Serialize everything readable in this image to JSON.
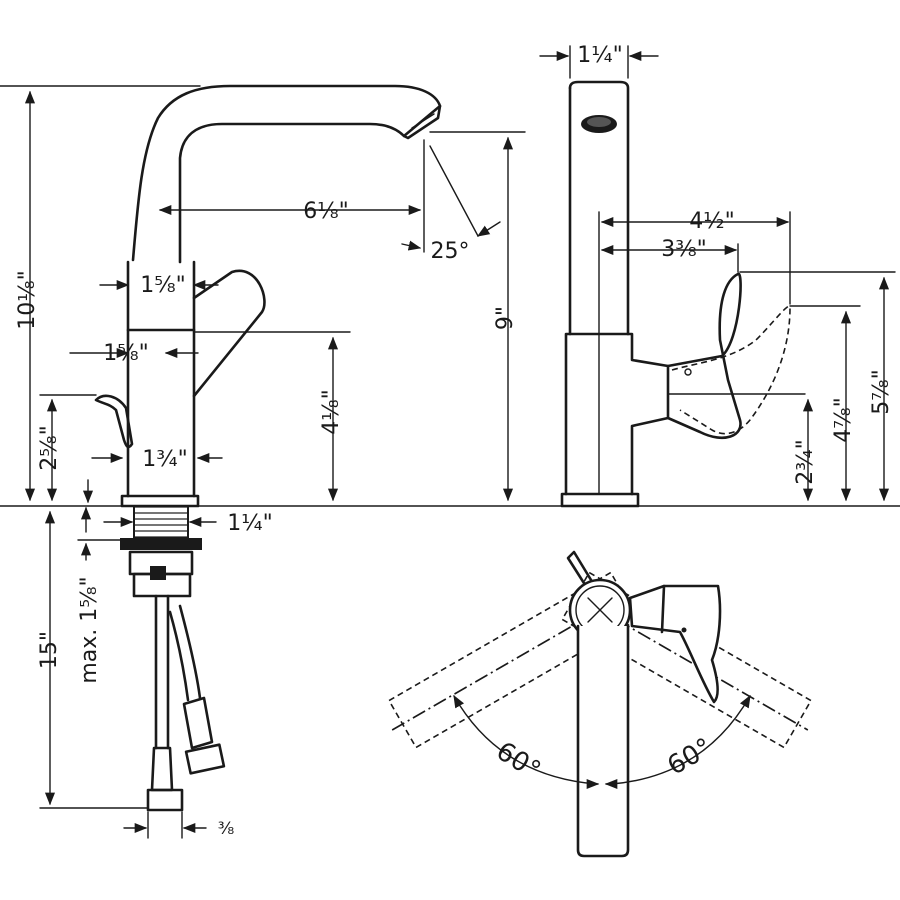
{
  "colors": {
    "line": "#1a1a1a",
    "background": "#ffffff"
  },
  "front_view": {
    "overall_height": "10¹⁄₈\"",
    "spout_reach": "6¹⁄₈\"",
    "spout_angle": "25°",
    "spout_height": "9\"",
    "spout_width": "1⁵⁄₈\"",
    "body_width": "1⁵⁄₈\"",
    "lever_height": "4¹⁄₈\"",
    "drain_height": "2⁵⁄₈\"",
    "base_width": "1³⁄₄\"",
    "thread_diameter": "1¹⁄₄\"",
    "max_deck_thickness": "max. 1⁵⁄₈\"",
    "hose_length": "15\"",
    "hose_connection": "³⁄₈"
  },
  "side_view": {
    "spout_depth": "1¹⁄₄\"",
    "lever_reach_max": "4¹⁄₂\"",
    "lever_reach_min": "3³⁄₈\"",
    "lever_top_height": "5⁷⁄₈\"",
    "lever_open_height": "4⁷⁄₈\"",
    "lever_pivot_height": "2³⁄₄\""
  },
  "top_view": {
    "rotation_left": "60°",
    "rotation_right": "60°"
  }
}
